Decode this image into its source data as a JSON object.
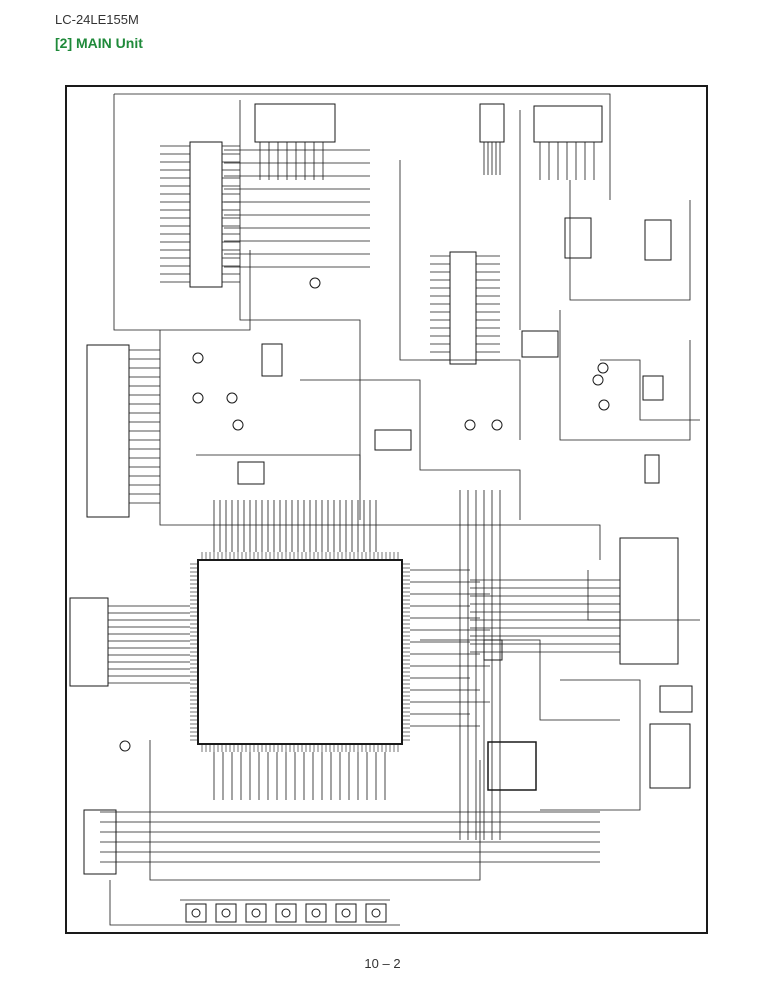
{
  "header": {
    "model": "LC-24LE155M",
    "section": "[2] MAIN Unit"
  },
  "footer": {
    "page": "10 – 2"
  },
  "colors": {
    "section_title": "#1f8a3a",
    "line": "#1a1a1a"
  }
}
